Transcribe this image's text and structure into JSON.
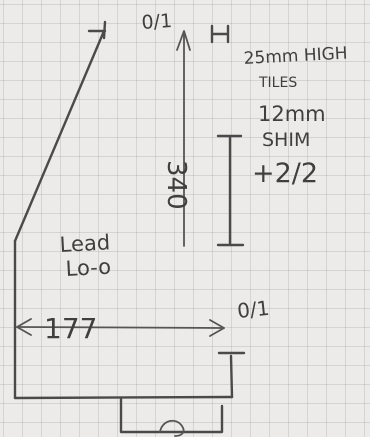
{
  "notes": {
    "top_label": "0/1",
    "tiles_line1": "25mm HIGH",
    "tiles_line2": "TILES",
    "shim_line1": "12mm",
    "shim_line2": "SHIM",
    "shim_line3": "+2/2",
    "height_dim": "340",
    "room_line1": "Lead",
    "room_line2": "Lo-o",
    "width_dim": "177",
    "side_label": "0/1"
  }
}
